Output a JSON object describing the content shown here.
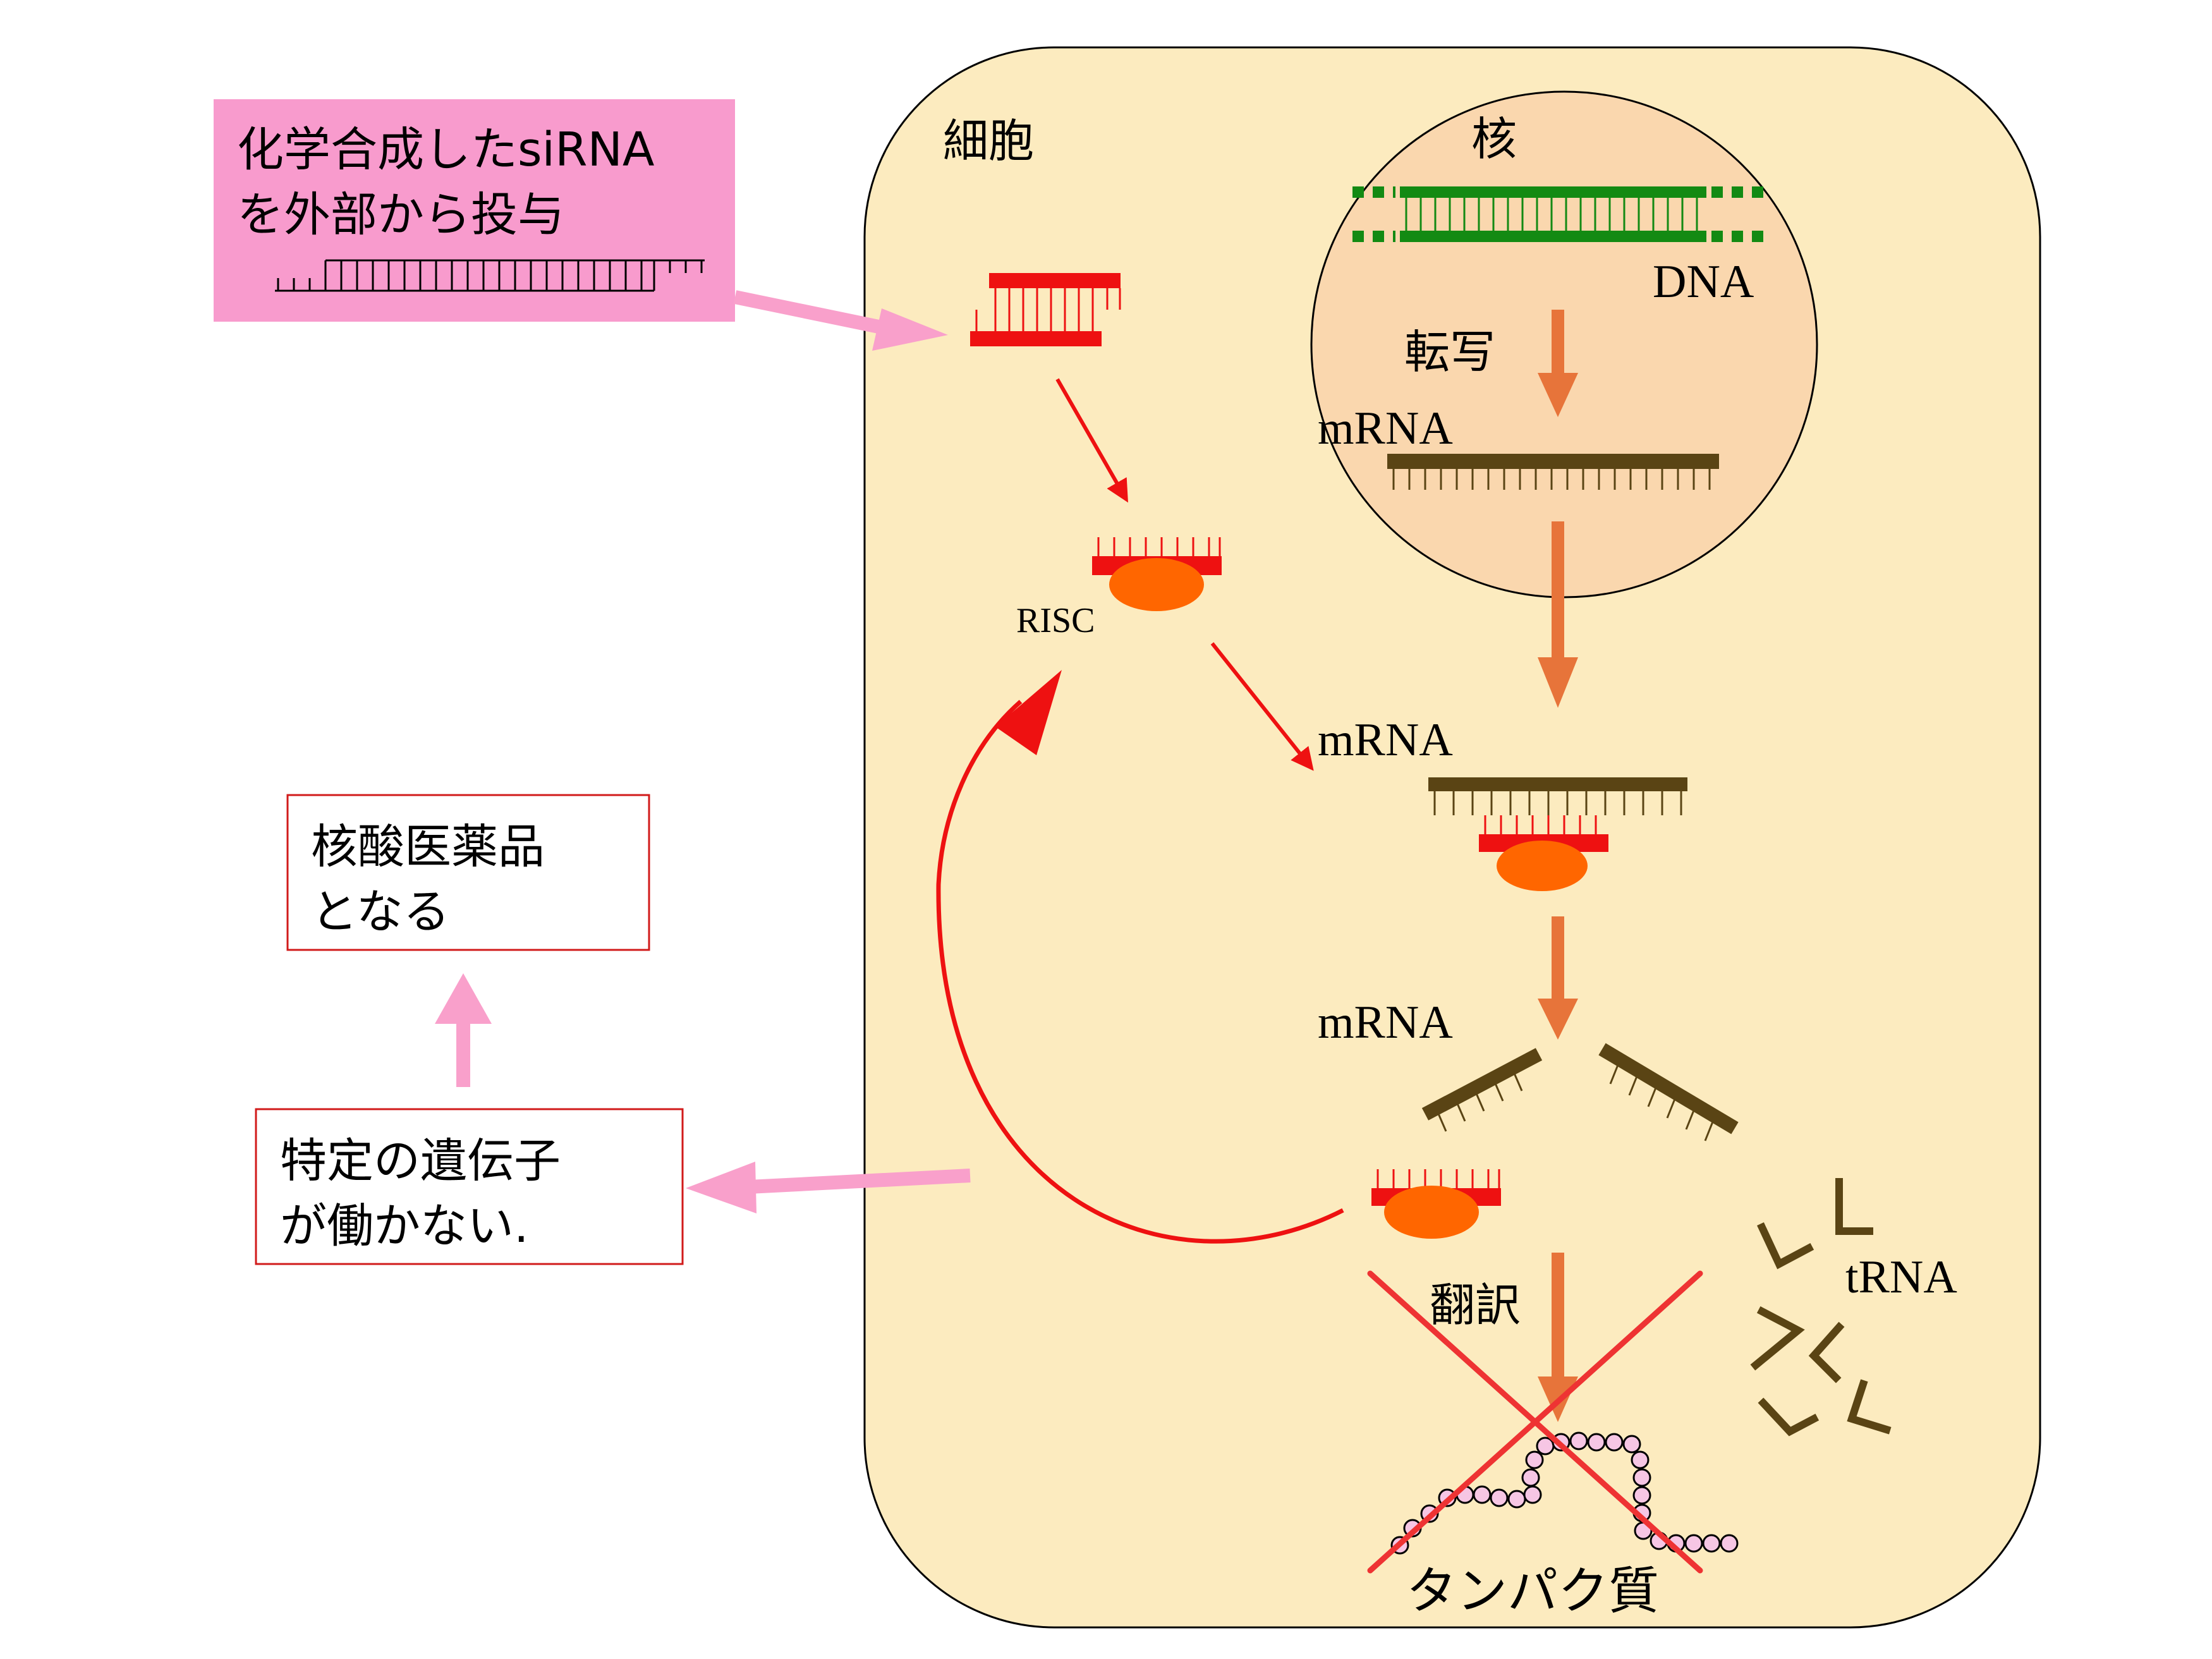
{
  "labels": {
    "siRNA_box_line1": "化学合成したsiRNA",
    "siRNA_box_line2": "を外部から投与",
    "cell": "細胞",
    "nucleus": "核",
    "dna": "DNA",
    "transcription": "転写",
    "mrna_nucleus": "mRNA",
    "risc": "RISC",
    "mrna_bound": "mRNA",
    "mrna_cleaved": "mRNA",
    "translation": "翻訳",
    "trna": "tRNA",
    "protein": "タンパク質",
    "result_line1": "特定の遺伝子",
    "result_line2": "が働かない.",
    "drug_line1": "核酸医薬品",
    "drug_line2": "となる"
  },
  "colors": {
    "cell_fill": "#FCEBBF",
    "nucleus_fill": "#FAD7AE",
    "pink_box": "#F89BCD",
    "pink_arrow": "#F9A0CB",
    "red": "#EE1111",
    "orange": "#FF6600",
    "flow_arrow": "#E7743A",
    "dna_green": "#138A13",
    "mrna_brown": "#5A4414",
    "box_border": "#D11A1A",
    "cross_red": "#EE3333",
    "bead_fill": "#F6C6E4"
  }
}
